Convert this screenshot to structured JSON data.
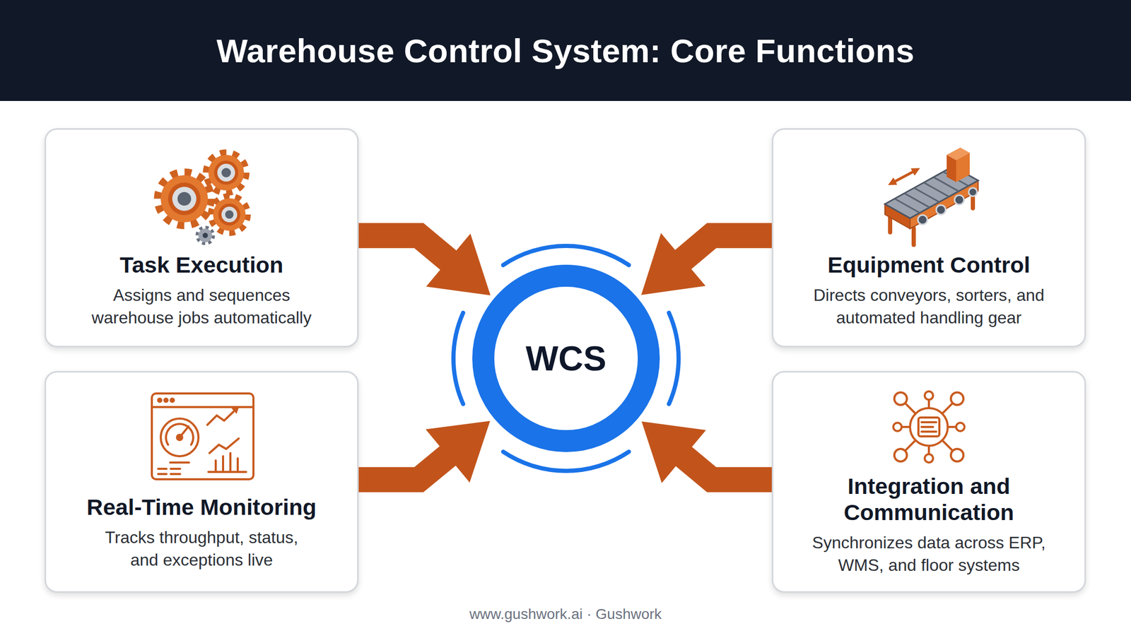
{
  "diagram": {
    "title": "Warehouse Control System: Core Functions",
    "nodes": [
      {
        "text": [
          "Task Execution",
          "Assigns and sequences warehouse jobs automatically"
        ]
      },
      {
        "text": [
          "Equipment Control",
          "Directs conveyors, sorters, and automated handling gear"
        ]
      },
      {
        "text": [
          "WCS"
        ]
      },
      {
        "text": [
          "Real-Time Monitoring",
          "Tracks throughput, status, and exceptions live"
        ]
      },
      {
        "text": [
          "Integration and Communication",
          "Synchronizes data across ERP, WMS, and floor systems"
        ]
      }
    ],
    "edges": [
      {
        "from": 0,
        "to": 2,
        "arrow": "to"
      },
      {
        "from": 1,
        "to": 2,
        "arrow": "to"
      },
      {
        "from": 3,
        "to": 2,
        "arrow": "to"
      },
      {
        "from": 4,
        "to": 2,
        "arrow": "to"
      }
    ],
    "labels": [
      "www.gushwork.ai · Gushwork"
    ]
  }
}
